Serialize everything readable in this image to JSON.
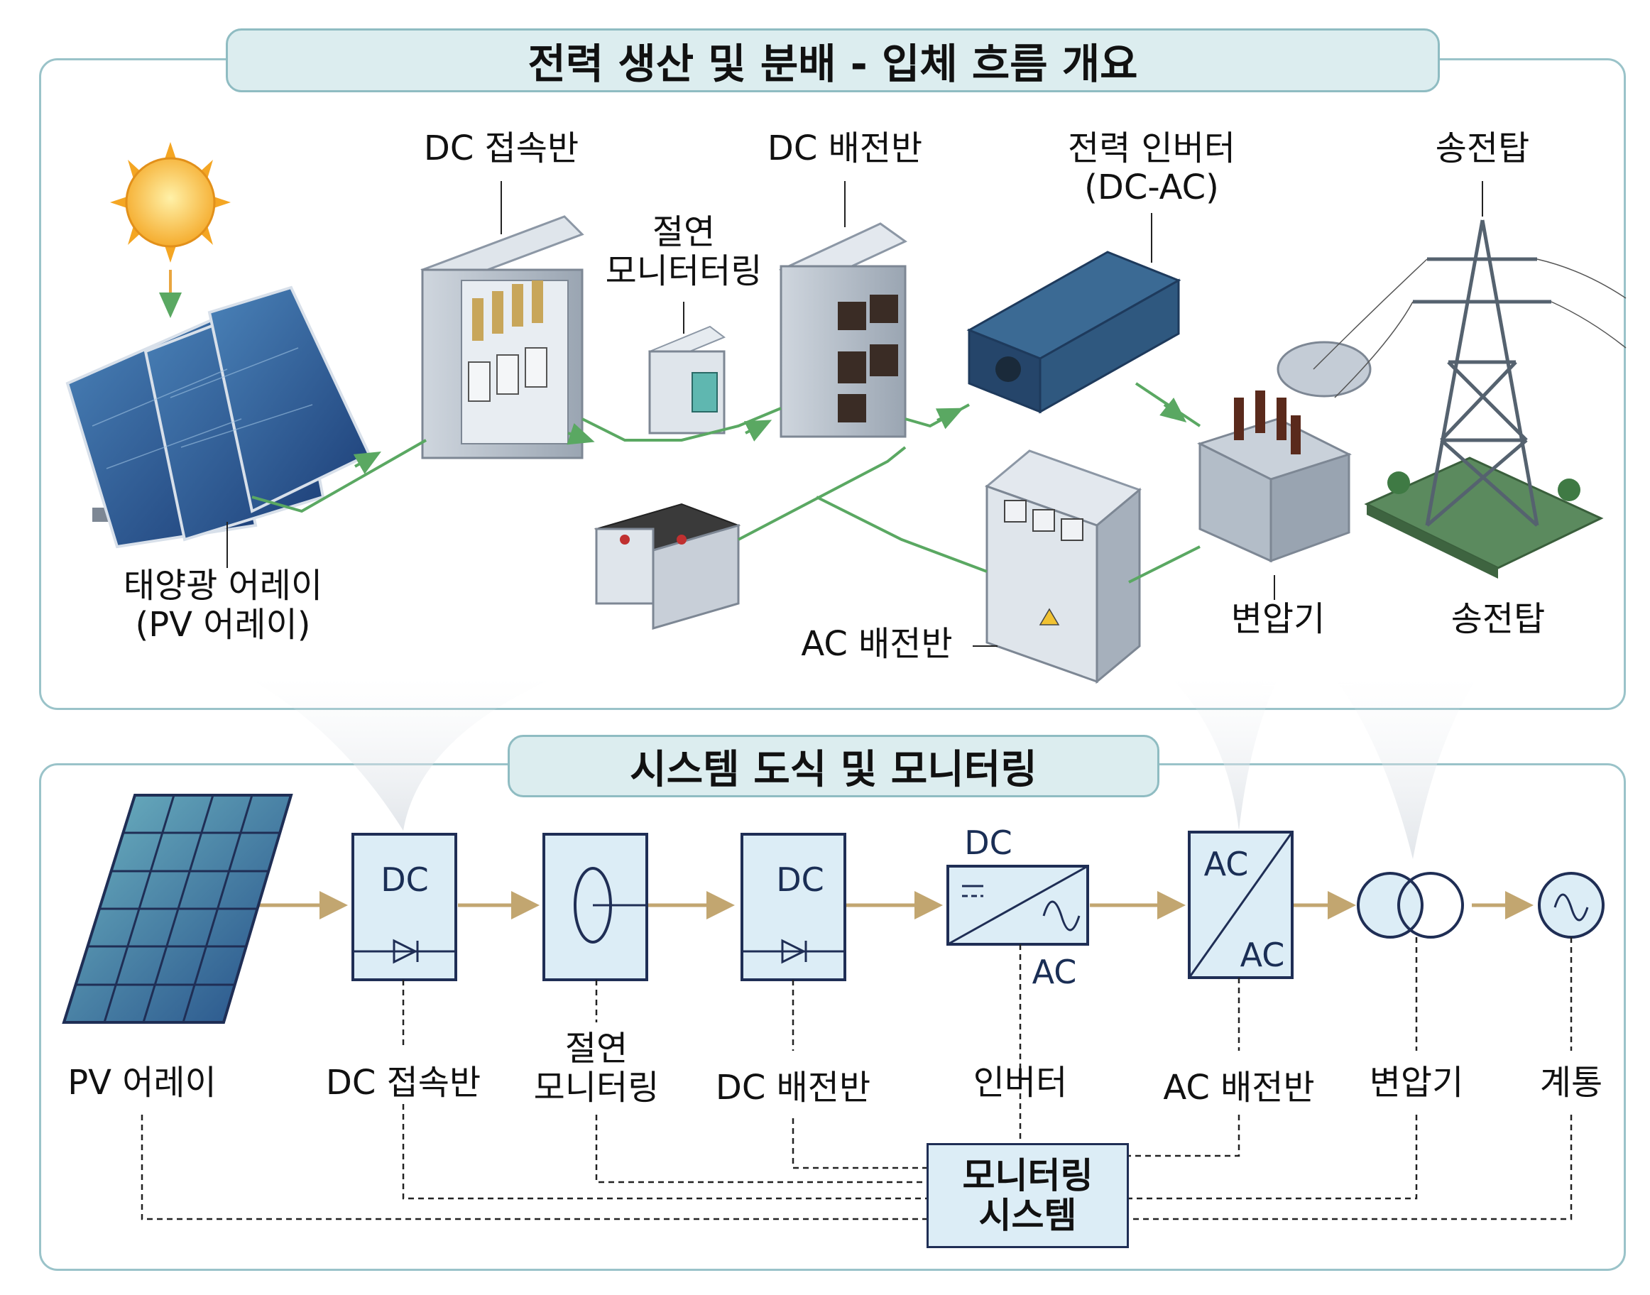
{
  "title": "전력 생산 및 분배 - 입체 흐름 개요",
  "section2_title": "시스템 도식 및 모니터링",
  "illustration_labels": {
    "pv_array": [
      "태양광 어레이",
      "(PV 어레이)"
    ],
    "dc_combiner": "DC 접속반",
    "insulation": [
      "절연",
      "모니터터링"
    ],
    "dc_distribution": "DC 배전반",
    "inverter": [
      "전력 인버터",
      "(DC-AC)"
    ],
    "tower_top": "송전탑",
    "ac_distribution": "AC 배전반",
    "transformer": "변압기",
    "tower_bottom": "송전탑"
  },
  "symbol_text": {
    "combiner_dc": "DC",
    "distribution_dc": "DC",
    "inverter_dc": "DC",
    "inverter_ac": "AC",
    "acpanel_top": "AC",
    "acpanel_bottom": "AC"
  },
  "schematic_labels": {
    "pv": "PV 어레이",
    "dc_combiner": "DC 접속반",
    "insulation": [
      "절연",
      "모니터링"
    ],
    "dc_distribution": "DC 배전반",
    "inverter": "인버터",
    "ac_distribution": "AC 배전반",
    "transformer": "변압기",
    "grid": "계통"
  },
  "monitoring_system": [
    "모니터링",
    "시스템"
  ],
  "colors": {
    "panel_border": "#9ac3c9",
    "banner_fill": "#dcedef",
    "flow_green": "#5aa862",
    "schematic_arrow": "#c2a670",
    "symbol_stroke": "#1f2e55",
    "symbol_fill": "#dcedf6"
  }
}
